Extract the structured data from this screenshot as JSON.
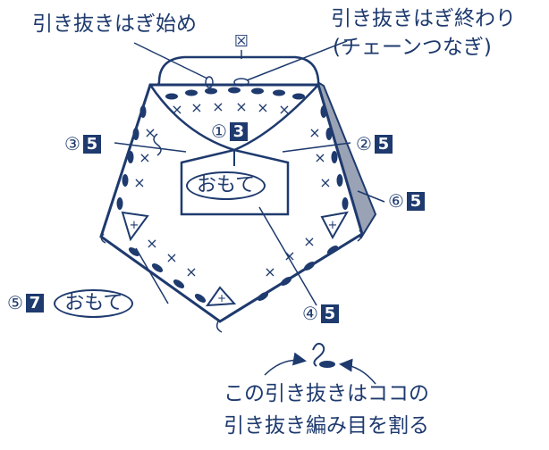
{
  "annotations": {
    "start_label": "引き抜きはぎ始め",
    "end_label_line1": "引き抜きはぎ終わり",
    "end_label_line2": "(チェーンつなぎ)",
    "bottom_note_line1": "この引き抜きはココの",
    "bottom_note_line2": "引き抜き編み目を割る"
  },
  "pieces": [
    {
      "circle": "①",
      "count": "3"
    },
    {
      "circle": "②",
      "count": "5"
    },
    {
      "circle": "③",
      "count": "5"
    },
    {
      "circle": "④",
      "count": "5"
    },
    {
      "circle": "⑤",
      "count": "7",
      "side": "おもて"
    },
    {
      "circle": "⑥",
      "count": "5"
    }
  ],
  "center_label": "おもて",
  "symbols": {
    "mark": "☒",
    "cross": "×",
    "plus": "+"
  },
  "colors": {
    "ink": "#1e3a6e",
    "shade": "#9aa3b5",
    "paper": "#ffffff"
  }
}
